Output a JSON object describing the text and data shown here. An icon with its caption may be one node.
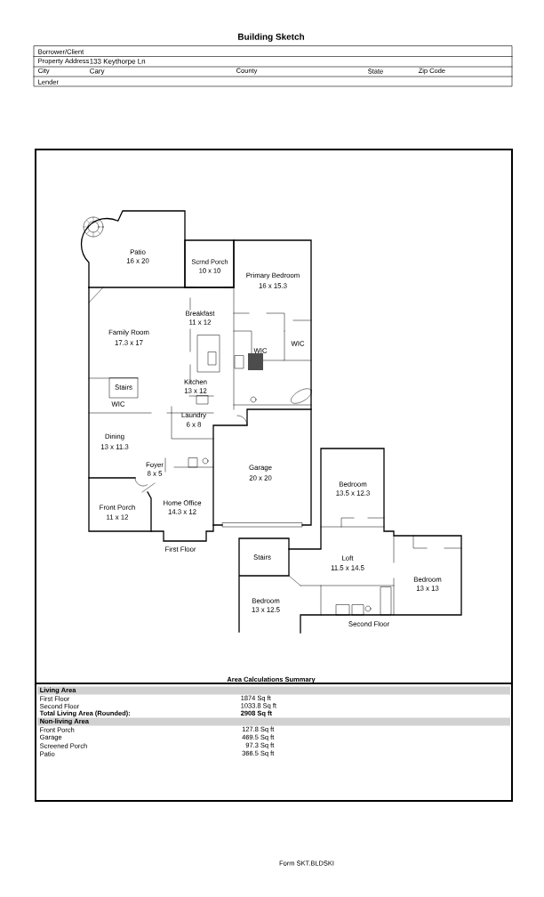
{
  "diagram": {
    "title": "Building Sketch",
    "labels": [
      "Borrower/Client",
      "Property Address",
      "133 Keythorpe Ln",
      "City",
      "Cary",
      "County",
      "State",
      "Zip Code",
      "Lender",
      "Patio",
      "16 x 20",
      "Scrnd Porch",
      "10 x 10",
      "Primary Bedroom",
      "16 x 15.3",
      "Breakfast",
      "11 x 12",
      "Family Room",
      "17.3 x 17",
      "WIC",
      "WIC",
      "Stairs",
      "Kitchen",
      "13 x 12",
      "WIC",
      "Laundry",
      "6 x 8",
      "Dining",
      "13 x 11.3",
      "Foyer",
      "8 x 5",
      "Garage",
      "20 x 20",
      "Bedroom",
      "13.5 x 12.3",
      "Front Porch",
      "11 x 12",
      "Home Office",
      "14.3 x 12",
      "First Floor",
      "Stairs",
      "Loft",
      "11.5 x 14.5",
      "Bedroom",
      "13 x 13",
      "Bedroom",
      "13 x 12.5",
      "Second Floor",
      "Area Calculations Summary",
      "Living Area",
      "First Floor",
      "1874 Sq ft",
      "Second Floor",
      "1033.8 Sq ft",
      "Total Living Area (Rounded):",
      "2908 Sq ft",
      "Non-living Area",
      "Front Porch",
      "127.8 Sq ft",
      "Garage",
      "469.5 Sq ft",
      "Screened Porch",
      "97.3 Sq ft",
      "Patio",
      "366.5 Sq ft",
      "Form SKT.BLDSKI"
    ]
  }
}
